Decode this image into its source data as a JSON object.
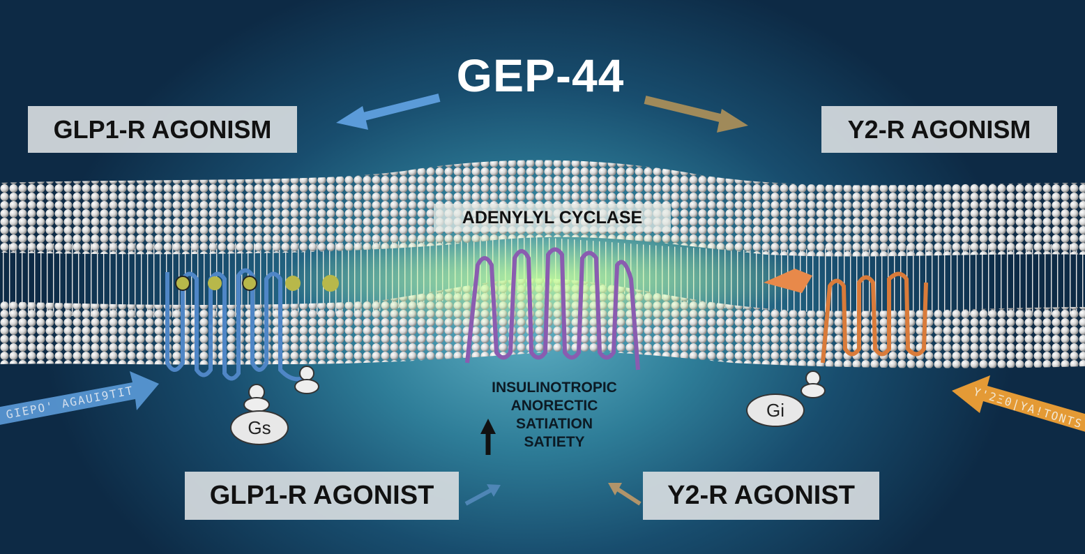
{
  "title": "GEP-44",
  "labels": {
    "glp1_agonism": "GLP1-R AGONISM",
    "y2_agonism": "Y2-R AGONISM",
    "adenylyl_cyclase": "ADENYLYL CYCLASE",
    "glp1_agonist": "GLP1-R AGONIST",
    "y2_agonist": "Y2-R AGONIST"
  },
  "effects": [
    "INSULINOTROPIC",
    "ANORECTIC",
    "SATIATION",
    "SATIETY"
  ],
  "g_proteins": {
    "gs": "Gs",
    "gi": "Gi"
  },
  "incoming_arrows": {
    "left_text": "GIEPO' AGAUI9TIT",
    "right_text": "Y'2Ξ0|YA!TONTS"
  },
  "colors": {
    "glp1": "#5b9bd9",
    "y2": "#f0a035",
    "tan_arrow": "#a08a5a",
    "adenylyl": "#8a5cb0",
    "receptor_y2": "#d97b3a"
  }
}
